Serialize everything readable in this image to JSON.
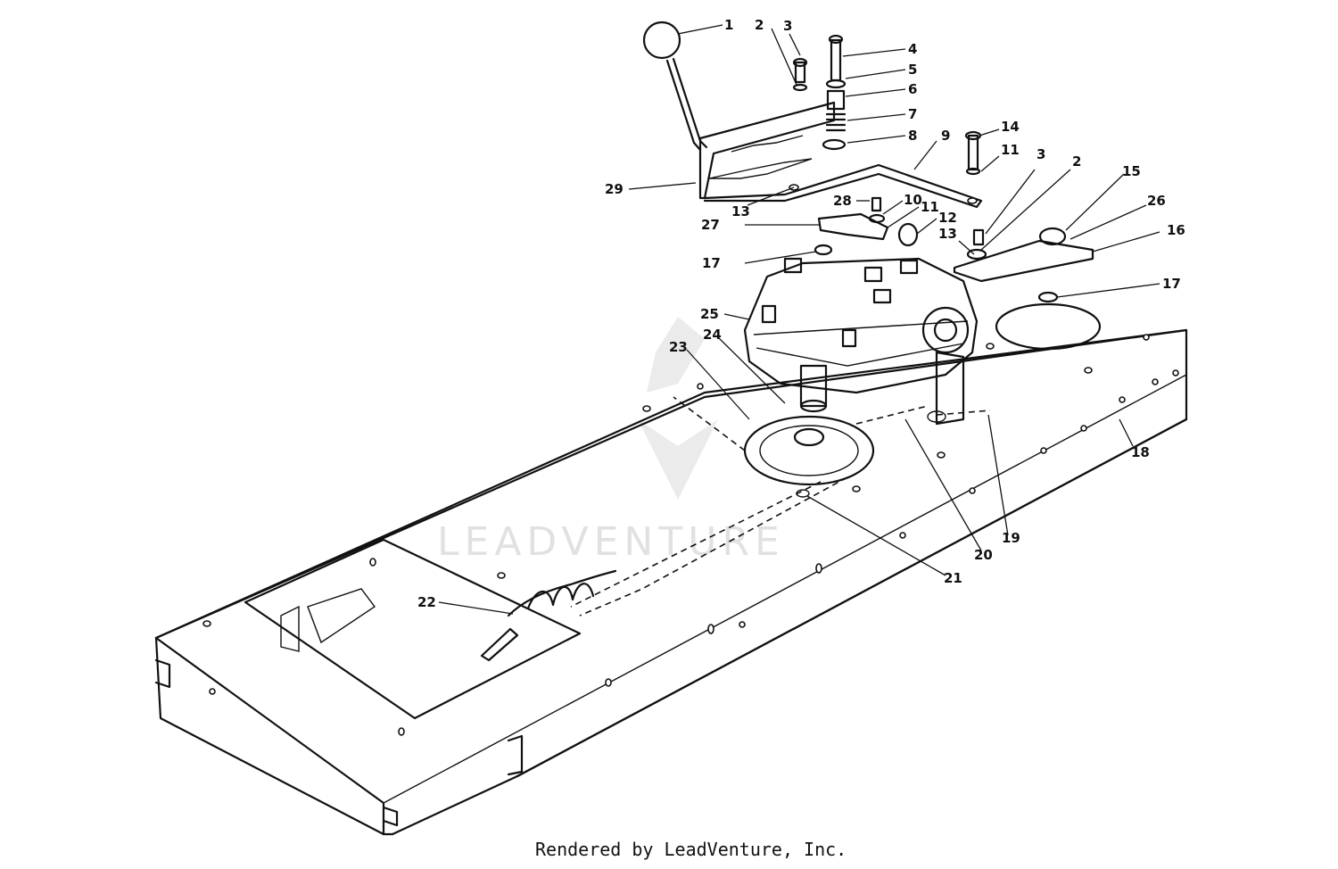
{
  "watermark": "LEADVENTURE",
  "footer": "Rendered by LeadVenture, Inc.",
  "callouts": [
    "1",
    "2",
    "3",
    "4",
    "5",
    "6",
    "7",
    "8",
    "9",
    "14",
    "11",
    "3",
    "2",
    "15",
    "26",
    "16",
    "17",
    "29",
    "13",
    "28",
    "10",
    "11",
    "12",
    "13",
    "27",
    "17",
    "25",
    "24",
    "23",
    "18",
    "19",
    "20",
    "21",
    "22"
  ]
}
